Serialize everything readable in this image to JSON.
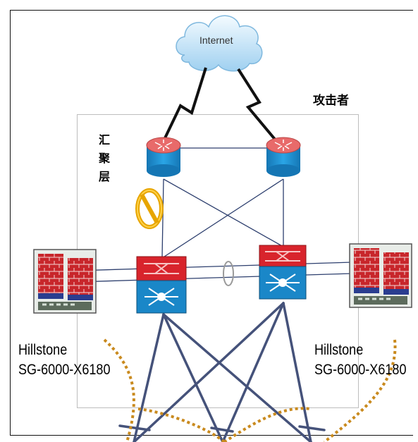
{
  "cloud": {
    "label": "Internet",
    "icon": "cloud-icon"
  },
  "attacker_label": "攻击者",
  "layer_label": "汇聚层",
  "firewalls": [
    {
      "side": "left",
      "line1": "Hillstone",
      "line2": "SG-6000-X6180",
      "icon": "firewall-appliance-icon"
    },
    {
      "side": "right",
      "line1": "Hillstone",
      "line2": "SG-6000-X6180",
      "icon": "firewall-appliance-icon"
    }
  ],
  "colors": {
    "link": "#2d3f6e",
    "lightning": "#111111",
    "router_top": "#e86a6a",
    "router_body": "#1c8fd0",
    "switch_red": "#d8242c",
    "switch_blue": "#1a87c8",
    "trace": "#c98a1e",
    "loop_ring": "#f0a500"
  }
}
